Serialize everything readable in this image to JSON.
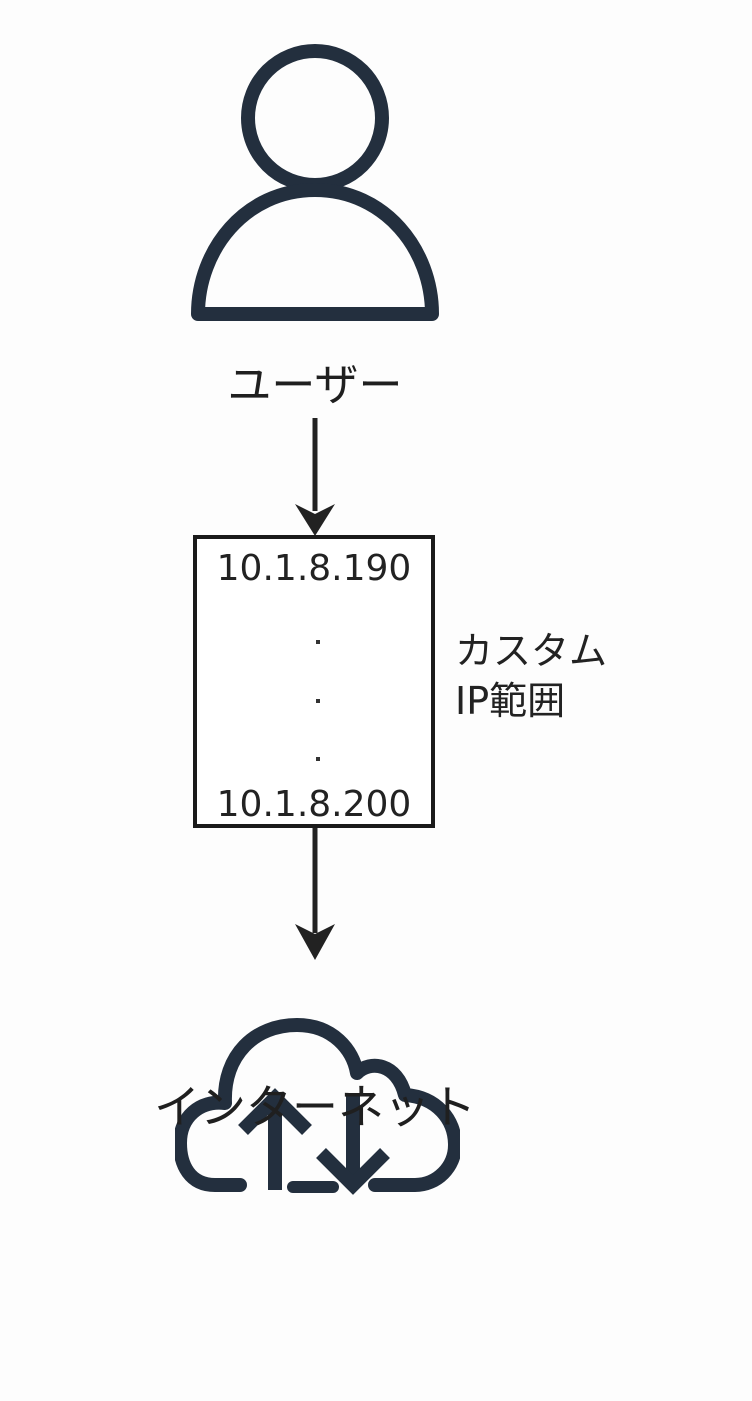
{
  "user": {
    "label": "ユーザー",
    "icon": "user-icon"
  },
  "ip_range": {
    "start": "10.1.8.190",
    "end": "10.1.8.200",
    "label_line1": "カスタム",
    "label_line2": "IP範囲"
  },
  "internet": {
    "label": "インターネット",
    "icon": "cloud-upload-download-icon"
  },
  "colors": {
    "icon_stroke": "#232f3e",
    "arrow": "#222222",
    "box_border": "#1a1a1a",
    "background": "#fdfdfd"
  }
}
